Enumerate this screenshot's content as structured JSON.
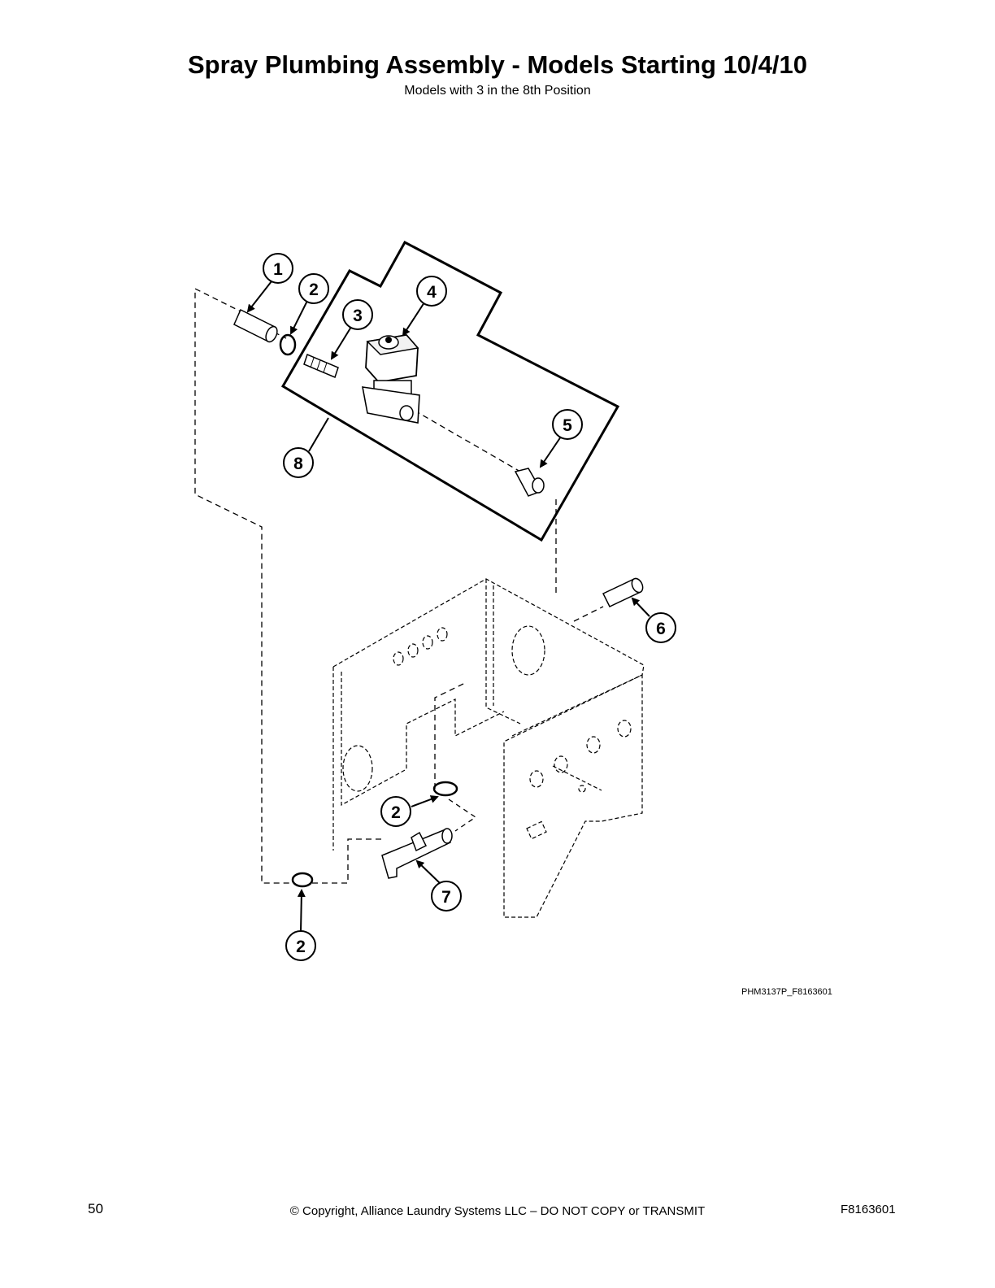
{
  "header": {
    "title": "Spray Plumbing Assembly - Models Starting 10/4/10",
    "subtitle": "Models with 3 in the 8th Position"
  },
  "figure": {
    "id": "PHM3137P_F8163601",
    "callouts": [
      "1",
      "2",
      "3",
      "4",
      "5",
      "6",
      "7",
      "8",
      "2",
      "2"
    ]
  },
  "footer": {
    "page_number": "50",
    "copyright": "© Copyright, Alliance Laundry Systems LLC – DO NOT COPY or TRANSMIT",
    "doc_code": "F8163601"
  }
}
